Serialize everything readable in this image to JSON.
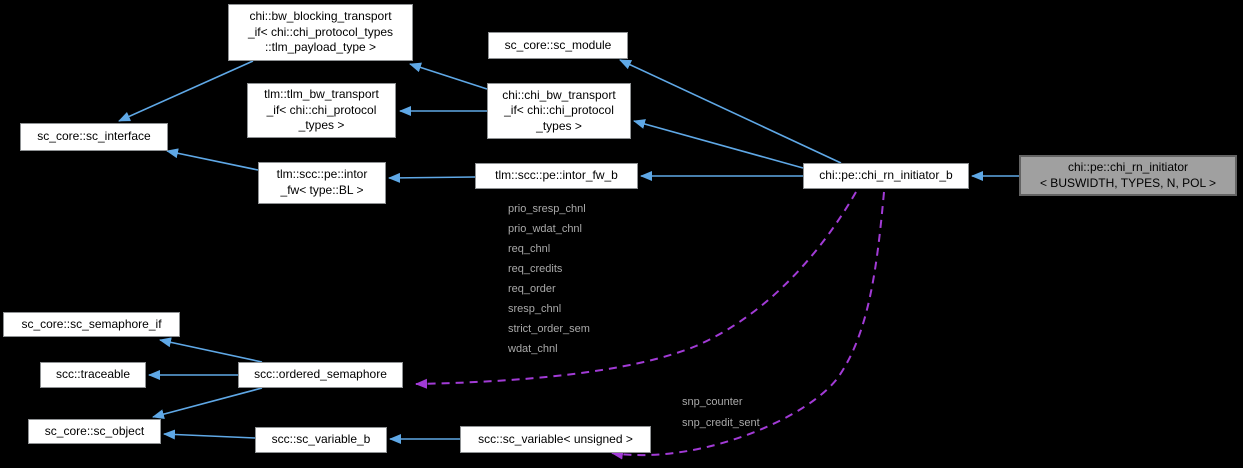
{
  "nodes": {
    "bw_blocking_transport_if": {
      "label": "chi::bw_blocking_transport\n_if< chi::chi_protocol_types\n::tlm_payload_type >"
    },
    "sc_module": {
      "label": "sc_core::sc_module"
    },
    "tlm_bw_transport_if": {
      "label": "tlm::tlm_bw_transport\n_if< chi::chi_protocol\n_types >"
    },
    "chi_bw_transport_if": {
      "label": "chi::chi_bw_transport\n_if< chi::chi_protocol\n_types >"
    },
    "sc_interface": {
      "label": "sc_core::sc_interface"
    },
    "intor_fw": {
      "label": "tlm::scc::pe::intor\n_fw< type::BL >"
    },
    "intor_fw_b": {
      "label": "tlm::scc::pe::intor_fw_b"
    },
    "chi_rn_initiator_b": {
      "label": "chi::pe::chi_rn_initiator_b"
    },
    "chi_rn_initiator": {
      "label": "chi::pe::chi_rn_initiator\n< BUSWIDTH, TYPES, N, POL >"
    },
    "sc_semaphore_if": {
      "label": "sc_core::sc_semaphore_if"
    },
    "traceable": {
      "label": "scc::traceable"
    },
    "ordered_semaphore": {
      "label": "scc::ordered_semaphore"
    },
    "sc_object": {
      "label": "sc_core::sc_object"
    },
    "sc_variable_b": {
      "label": "scc::sc_variable_b"
    },
    "sc_variable_unsigned": {
      "label": "scc::sc_variable< unsigned >"
    }
  },
  "edge_labels": {
    "ordered_semaphore_members": [
      "prio_sresp_chnl",
      "prio_wdat_chnl",
      "req_chnl",
      "req_credits",
      "req_order",
      "sresp_chnl",
      "strict_order_sem",
      "wdat_chnl"
    ],
    "sc_variable_members": [
      "snp_counter",
      "snp_credit_sent"
    ]
  },
  "colors": {
    "background": "#000000",
    "inheritance_edge": "#5fa8e6",
    "usage_edge": "#a23bd6",
    "edge_label": "#a9a9a9",
    "node_fill": "#ffffff",
    "node_border": "#8f9294",
    "highlight_fill": "#a0a0a0",
    "highlight_border": "#636363"
  }
}
